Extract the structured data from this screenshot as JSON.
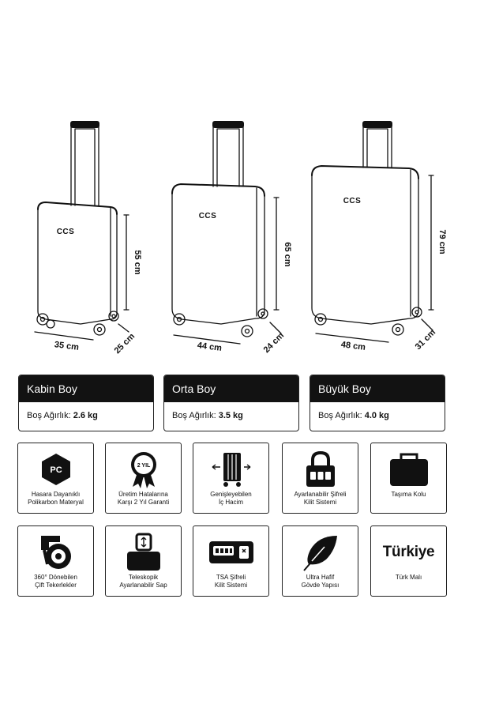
{
  "suitcases": [
    {
      "logo": "CCS",
      "height": "55 cm",
      "width": "35 cm",
      "depth": "25 cm"
    },
    {
      "logo": "CCS",
      "height": "65 cm",
      "width": "44 cm",
      "depth": "24 cm"
    },
    {
      "logo": "CCS",
      "height": "79 cm",
      "width": "48 cm",
      "depth": "31 cm"
    }
  ],
  "sizes": [
    {
      "title": "Kabin Boy",
      "weight_label": "Boş Ağırlık:",
      "weight_value": "2.6 kg"
    },
    {
      "title": "Orta Boy",
      "weight_label": "Boş Ağırlık:",
      "weight_value": "3.5 kg"
    },
    {
      "title": "Büyük Boy",
      "weight_label": "Boş Ağırlık:",
      "weight_value": "4.0 kg"
    }
  ],
  "features": [
    {
      "icon": "pc-hexagon-icon",
      "badge": "PC",
      "line1": "Hasara Dayanıklı",
      "line2": "Polikarbon Materyal"
    },
    {
      "icon": "warranty-ribbon-icon",
      "badge": "2 YIL",
      "line1": "Üretim Hatalarına",
      "line2": "Karşı 2 Yıl Garanti"
    },
    {
      "icon": "expandable-suitcase-icon",
      "line1": "Genişleyebilen",
      "line2": "İç Hacim"
    },
    {
      "icon": "combination-lock-icon",
      "line1": "Ayarlanabilir Şifreli",
      "line2": "Kilit Sistemi"
    },
    {
      "icon": "carry-handle-icon",
      "line1": "Taşıma Kolu",
      "line2": ""
    },
    {
      "icon": "spinner-wheel-icon",
      "line1": "360° Dönebilen",
      "line2": "Çift Tekerlekler"
    },
    {
      "icon": "telescopic-handle-icon",
      "line1": "Teleskopik",
      "line2": "Ayarlanabilir Sap"
    },
    {
      "icon": "tsa-lock-icon",
      "line1": "TSA Şifreli",
      "line2": "Kilit Sistemi"
    },
    {
      "icon": "feather-icon",
      "line1": "Ultra Hafif",
      "line2": "Gövde Yapısı"
    },
    {
      "icon": "turkiye-text-icon",
      "word": "Türkiye",
      "line1": "Türk Malı",
      "line2": ""
    }
  ]
}
